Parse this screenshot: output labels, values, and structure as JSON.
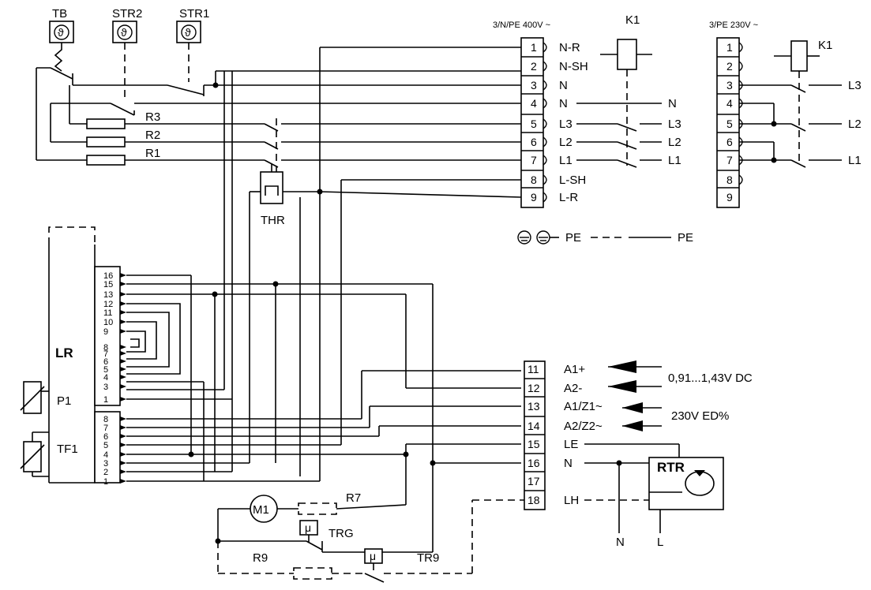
{
  "sensors": {
    "tb": "TB",
    "str2": "STR2",
    "str1": "STR1",
    "symbol": "ϑ"
  },
  "resistors": {
    "r3": "R3",
    "r2": "R2",
    "r1": "R1",
    "r7": "R7",
    "r9": "R9"
  },
  "thr": "THR",
  "supply_400": {
    "title": "3/N/PE 400V ~",
    "relay": "K1",
    "terminals": [
      {
        "num": "1",
        "label": "N-R"
      },
      {
        "num": "2",
        "label": "N-SH"
      },
      {
        "num": "3",
        "label": "N"
      },
      {
        "num": "4",
        "label": "N"
      },
      {
        "num": "5",
        "label": "L3"
      },
      {
        "num": "6",
        "label": "L2"
      },
      {
        "num": "7",
        "label": "L1"
      },
      {
        "num": "8",
        "label": "L-SH"
      },
      {
        "num": "9",
        "label": "L-R"
      }
    ],
    "outputs": [
      "N",
      "L3",
      "L2",
      "L1"
    ]
  },
  "supply_230": {
    "title": "3/PE 230V ~",
    "relay": "K1",
    "terminals": [
      "1",
      "2",
      "3",
      "4",
      "5",
      "6",
      "7",
      "8",
      "9"
    ],
    "outputs": [
      "L3",
      "L2",
      "L1"
    ]
  },
  "pe": {
    "left": "PE",
    "right": "PE"
  },
  "controller": {
    "label": "LR",
    "p1": "P1",
    "tf1": "TF1",
    "upper_pins": [
      "16",
      "15",
      "13",
      "12",
      "11",
      "10",
      "9",
      "8",
      "7",
      "6",
      "5",
      "4",
      "3",
      "1"
    ],
    "lower_pins": [
      "8",
      "7",
      "6",
      "5",
      "4",
      "3",
      "2",
      "1"
    ]
  },
  "lower_terminals": [
    {
      "num": "11",
      "label": "A1+"
    },
    {
      "num": "12",
      "label": "A2-"
    },
    {
      "num": "13",
      "label": "A1/Z1~"
    },
    {
      "num": "14",
      "label": "A2/Z2~"
    },
    {
      "num": "15",
      "label": "LE"
    },
    {
      "num": "16",
      "label": "N"
    },
    {
      "num": "17",
      "label": ""
    },
    {
      "num": "18",
      "label": "LH"
    }
  ],
  "signals": {
    "dc": "0,91...1,43V DC",
    "ac": "230V ED%"
  },
  "rtr": {
    "label": "RTR",
    "n": "N",
    "l": "L"
  },
  "motor": "M1",
  "trg": "TRG",
  "tr9": "TR9",
  "mu": "μ"
}
